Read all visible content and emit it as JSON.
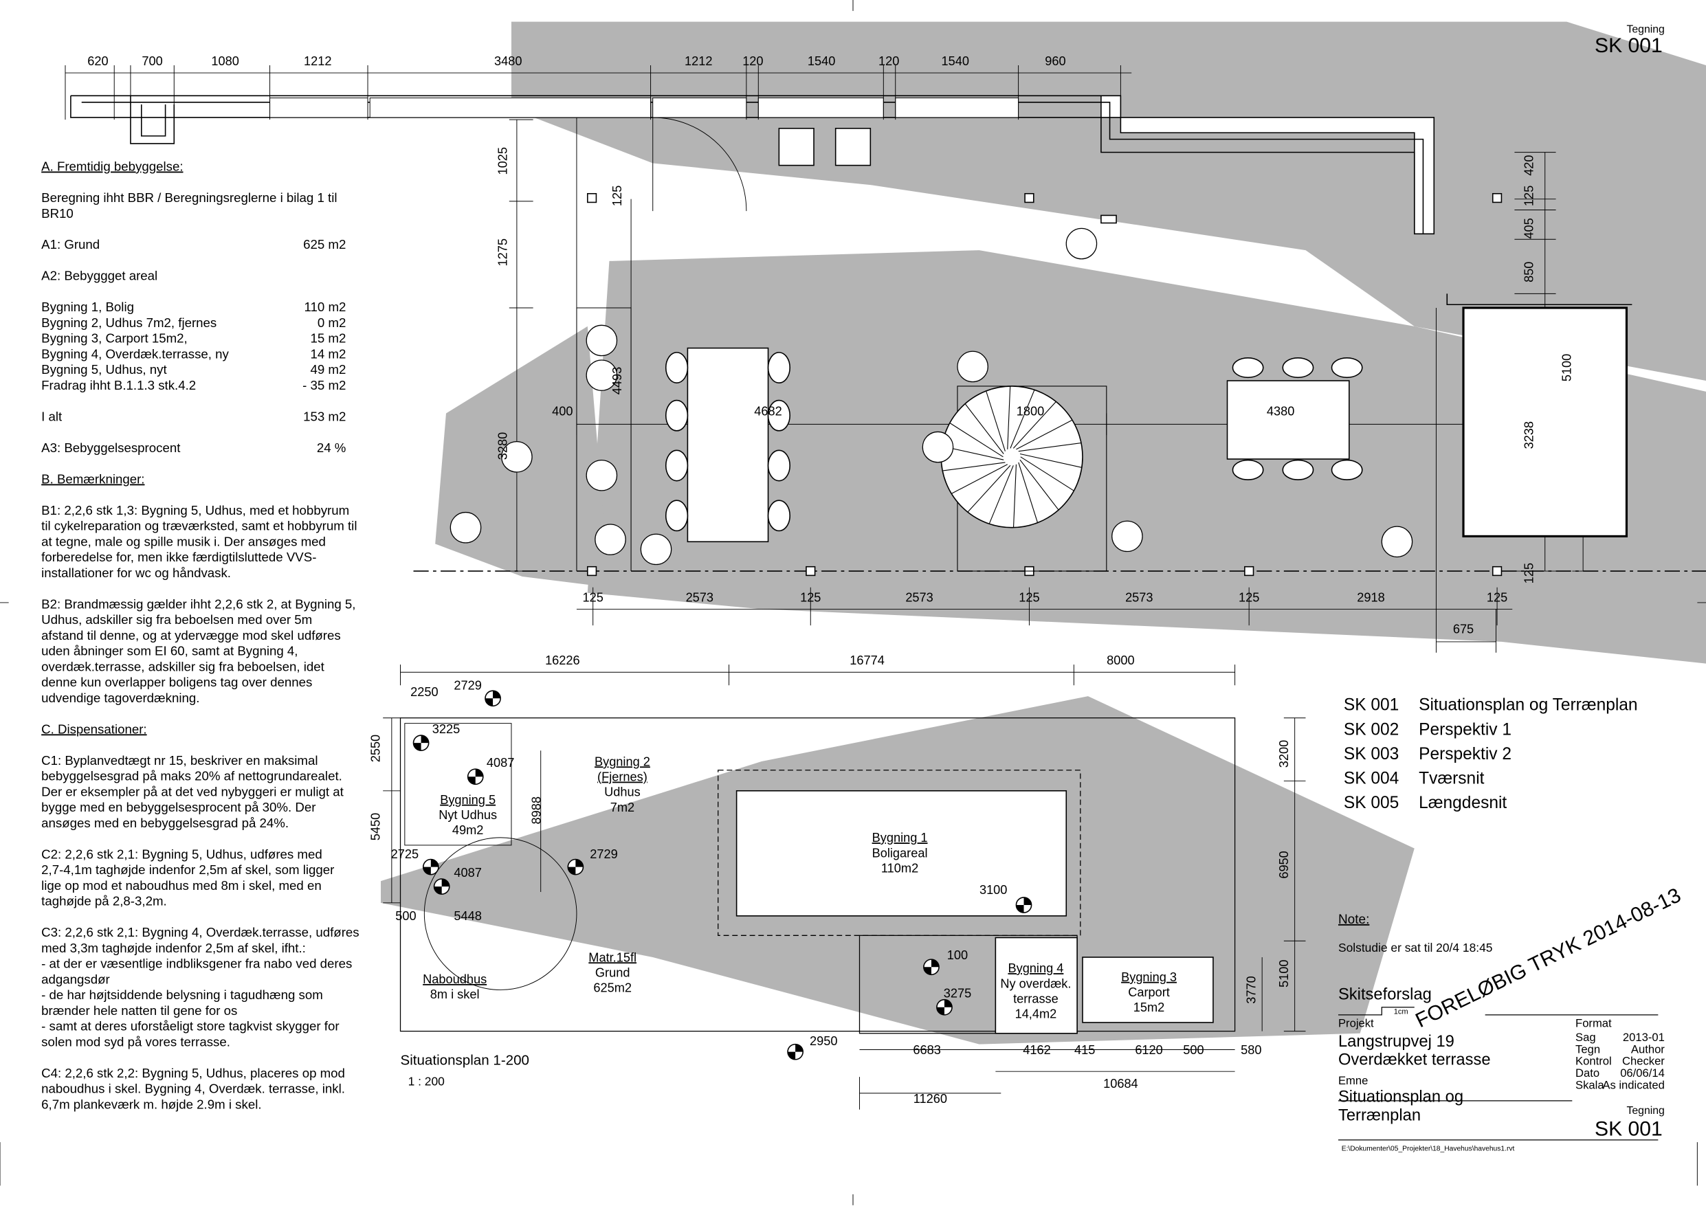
{
  "sheet": {
    "label": "Tegning",
    "number": "SK 001"
  },
  "notes": {
    "lines": [
      {
        "t": "A. Fremtidig bebyggelse:",
        "u": true
      },
      {
        "t": ""
      },
      {
        "t": "Beregning ihht BBR / Beregningsreglerne i bilag 1 til"
      },
      {
        "t": "BR10"
      },
      {
        "t": ""
      },
      {
        "t": "A1: Grund",
        "v": "625 m2"
      },
      {
        "t": ""
      },
      {
        "t": "A2: Bebyggget areal"
      },
      {
        "t": ""
      },
      {
        "t": "Bygning 1, Bolig",
        "v": "110 m2"
      },
      {
        "t": "Bygning 2, Udhus 7m2, fjernes",
        "v": "0 m2"
      },
      {
        "t": "Bygning 3, Carport 15m2,",
        "v": "15 m2"
      },
      {
        "t": "Bygning 4, Overdæk.terrasse, ny",
        "v": "14 m2"
      },
      {
        "t": "Bygning 5, Udhus, nyt",
        "v": "49 m2"
      },
      {
        "t": "Fradrag ihht B.1.1.3 stk.4.2",
        "v": "- 35 m2"
      },
      {
        "t": ""
      },
      {
        "t": "I alt",
        "v": "153 m2"
      },
      {
        "t": ""
      },
      {
        "t": "A3: Bebyggelsesprocent",
        "v": "24 %"
      },
      {
        "t": ""
      },
      {
        "t": "B. Bemærkninger:",
        "u": true
      },
      {
        "t": ""
      },
      {
        "t": "B1: 2,2,6 stk 1,3: Bygning 5, Udhus, med et hobbyrum"
      },
      {
        "t": "til cykelreparation og træværksted, samt et hobbyrum til"
      },
      {
        "t": "at tegne, male og spille musik i. Der ansøges med"
      },
      {
        "t": "forberedelse for, men ikke færdigtilsluttede VVS-"
      },
      {
        "t": "installationer for wc og håndvask."
      },
      {
        "t": ""
      },
      {
        "t": "B2: Brandmæssig gælder ihht 2,2,6 stk 2, at Bygning 5,"
      },
      {
        "t": "Udhus, adskiller sig fra beboelsen med over 5m"
      },
      {
        "t": "afstand til denne, og at ydervægge mod skel udføres"
      },
      {
        "t": "uden åbninger som EI 60, samt at Bygning 4,"
      },
      {
        "t": "overdæk.terrasse, adskiller sig fra beboelsen, idet"
      },
      {
        "t": "denne kun overlapper boligens tag over dennes"
      },
      {
        "t": "udvendige tagoverdækning."
      },
      {
        "t": ""
      },
      {
        "t": "C. Dispensationer:",
        "u": true
      },
      {
        "t": ""
      },
      {
        "t": "C1: Byplanvedtægt nr 15, beskriver en maksimal"
      },
      {
        "t": "bebyggelsesgrad på maks 20% af nettogrundarealet."
      },
      {
        "t": "Der er eksempler på at det ved nybyggeri er muligt at"
      },
      {
        "t": "bygge med en bebyggelsesprocent på 30%. Der"
      },
      {
        "t": "ansøges med en bebyggelsesgrad på 24%."
      },
      {
        "t": ""
      },
      {
        "t": "C2: 2,2,6 stk 2,1: Bygning 5, Udhus, udføres med"
      },
      {
        "t": "2,7-4,1m taghøjde indenfor 2,5m af skel, som ligger"
      },
      {
        "t": "lige op mod et naboudhus med 8m i skel, med en"
      },
      {
        "t": "taghøjde på 2,8-3,2m."
      },
      {
        "t": ""
      },
      {
        "t": "C3: 2,2,6 stk 2,1: Bygning 4, Overdæk.terrasse, udføres"
      },
      {
        "t": "med 3,3m taghøjde indenfor 2,5m af skel, ifht.:"
      },
      {
        "t": "- at der er væsentlige indbliksgener fra nabo ved deres"
      },
      {
        "t": "adgangsdør"
      },
      {
        "t": "- de har højtsiddende belysning i tagudhæng som"
      },
      {
        "t": "brænder hele natten til gene for os"
      },
      {
        "t": "- samt at deres uforståeligt store tagkvist skygger for"
      },
      {
        "t": "solen mod syd på vores terrasse."
      },
      {
        "t": ""
      },
      {
        "t": "C4: 2,2,6 stk 2,2: Bygning 5, Udhus, placeres op mod"
      },
      {
        "t": "naboudhus i skel. Bygning 4, Overdæk. terrasse, inkl."
      },
      {
        "t": "6,7m plankeværk m. højde 2.9m i skel."
      }
    ]
  },
  "plan_dims": {
    "top": [
      "620",
      "700",
      "1080",
      "1212",
      "3480",
      "1212",
      "120",
      "1540",
      "120",
      "1540",
      "960"
    ],
    "left": [
      "1025",
      "1275",
      "3280"
    ],
    "inner_v": [
      "125",
      "4493"
    ],
    "right": [
      "420",
      "125",
      "405",
      "850",
      "5100",
      "3238",
      "125"
    ],
    "middle": [
      "400",
      "4682",
      "1800",
      "4380"
    ],
    "bottom": [
      "125",
      "2573",
      "125",
      "2573",
      "125",
      "2573",
      "125",
      "2918",
      "125"
    ],
    "extra": [
      "675"
    ]
  },
  "site_dims": [
    "16226",
    "16774",
    "8000",
    "2250",
    "2729",
    "2550",
    "3225",
    "4087",
    "5450",
    "8988",
    "2725",
    "4087",
    "2729",
    "500",
    "5448",
    "3200",
    "6950",
    "3100",
    "100",
    "3275",
    "5100",
    "3770",
    "2950",
    "6683",
    "4162",
    "415",
    "6120",
    "500",
    "580",
    "10684",
    "11260"
  ],
  "site_labels": [
    {
      "lines": [
        "Bygning 2",
        "(Fjernes)",
        "Udhus",
        "7m2"
      ],
      "u": 2
    },
    {
      "lines": [
        "Bygning 5",
        "Nyt Udhus",
        "49m2"
      ],
      "u": 1
    },
    {
      "lines": [
        "Bygning 1",
        "Boligareal",
        "110m2"
      ],
      "u": 1
    },
    {
      "lines": [
        "Bygning 4",
        "Ny overdæk.",
        "terrasse",
        "14,4m2"
      ],
      "u": 1
    },
    {
      "lines": [
        "Bygning 3",
        "Carport",
        "15m2"
      ],
      "u": 1
    },
    {
      "lines": [
        "Naboudhus",
        "8m i skel"
      ],
      "u": 1
    },
    {
      "lines": [
        "Matr.15fl",
        "Grund",
        "625m2"
      ],
      "u": 1
    }
  ],
  "view": {
    "title": "Situationsplan 1-200",
    "scale": "1 : 200"
  },
  "sheet_list": [
    {
      "no": "SK 001",
      "name": "Situationsplan og Terrænplan"
    },
    {
      "no": "SK 002",
      "name": "Perspektiv 1"
    },
    {
      "no": "SK 003",
      "name": "Perspektiv 2"
    },
    {
      "no": "SK 004",
      "name": "Tværsnit"
    },
    {
      "no": "SK 005",
      "name": "Længdesnit"
    }
  ],
  "note": {
    "heading": "Note:",
    "text": "Solstudie er sat til 20/4 18:45"
  },
  "stamp": "FORELØBIG TRYK 2014-08-13",
  "title_block": {
    "phase": "Skitseforslag",
    "scale_bar": "1cm",
    "project_label": "Projekt",
    "project_1": "Langstrupvej 19",
    "project_2": "Overdækket terrasse",
    "subject_label": "Emne",
    "subject_1": "Situationsplan og",
    "subject_2": "Terrænplan",
    "format_label": "Format",
    "fields": [
      {
        "k": "Sag",
        "v": "2013-01"
      },
      {
        "k": "Tegn",
        "v": "Author"
      },
      {
        "k": "Kontrol",
        "v": "Checker"
      },
      {
        "k": "Dato",
        "v": "06/06/14"
      },
      {
        "k": "Skala",
        "v": "As indicated"
      }
    ],
    "drawing_label": "Tegning",
    "drawing_no": "SK 001",
    "file_path": "E:\\Dokumenter\\05_Projekter\\18_Havehus\\havehus1.rvt"
  }
}
